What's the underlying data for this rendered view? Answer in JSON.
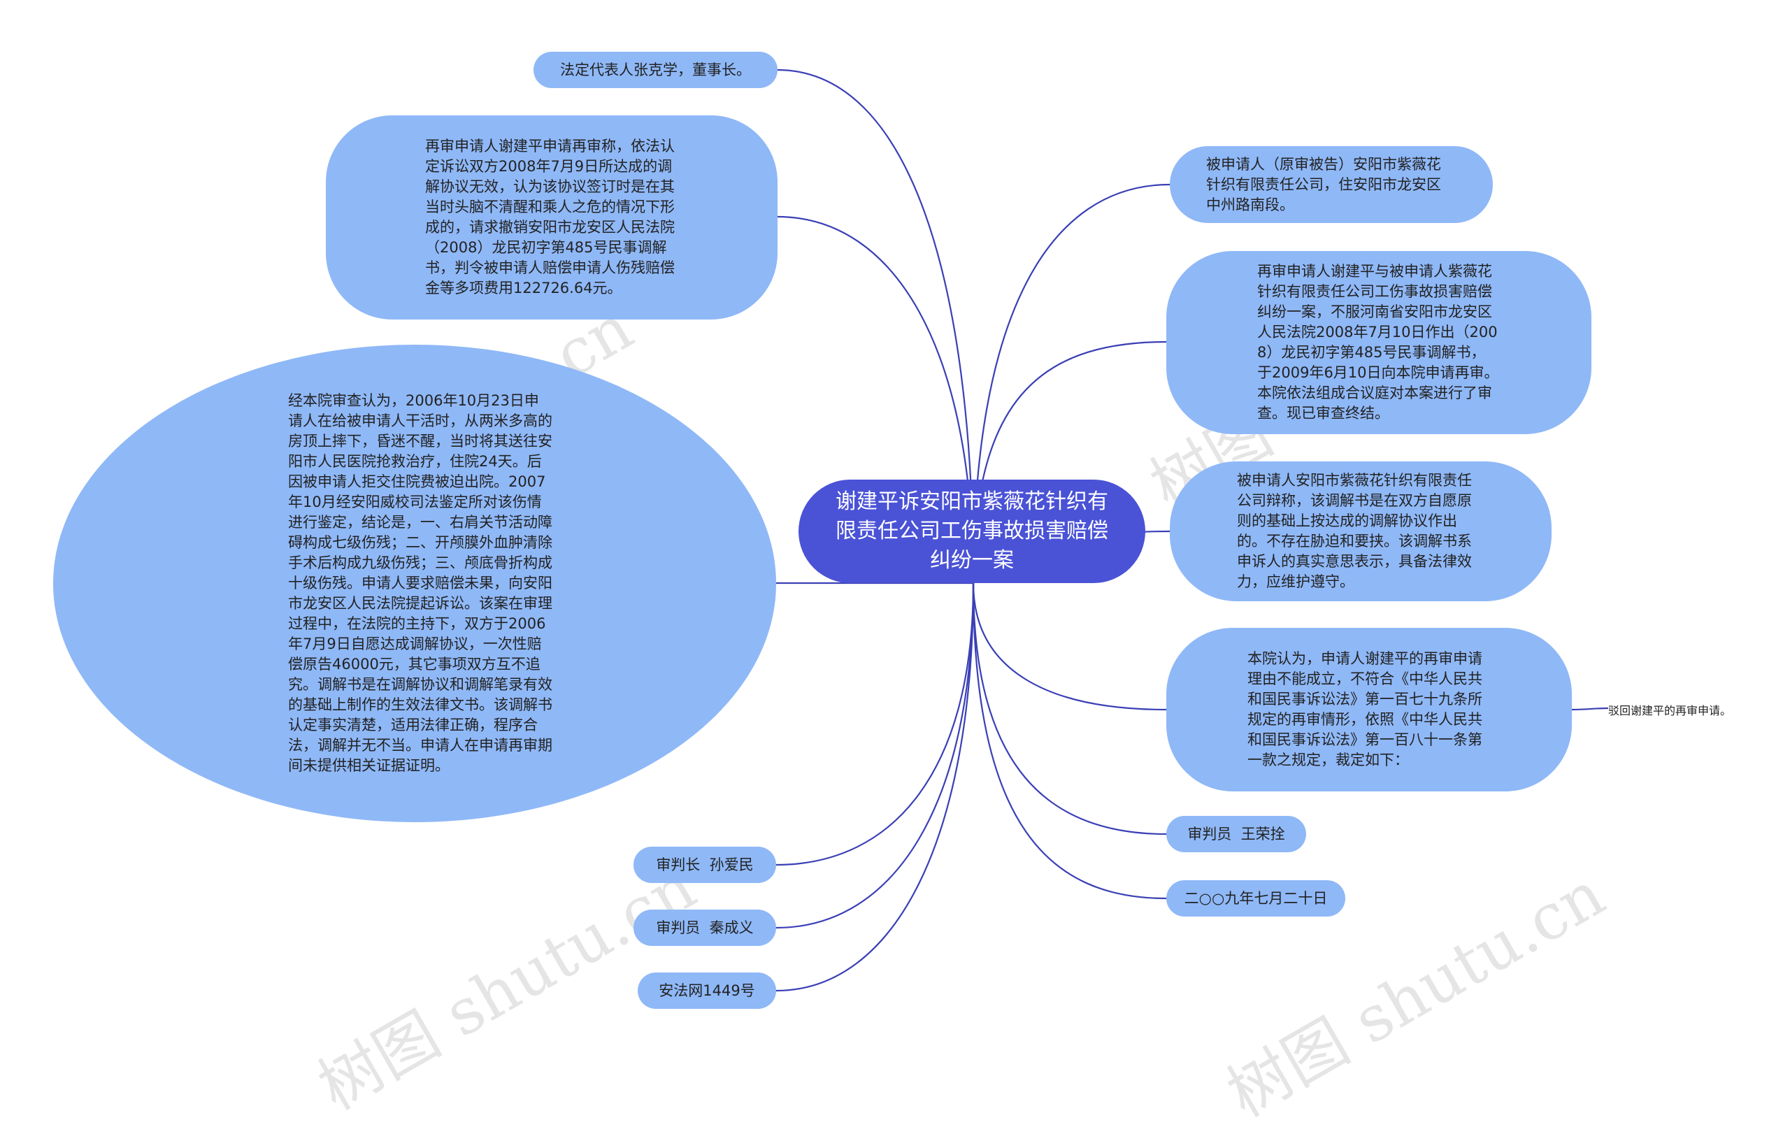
{
  "center": "谢建平诉安阳市紫薇花针织有限责任公司工伤事故损害赔偿纠纷一案",
  "nodes": {
    "legal_rep": "法定代表人张克学，董事长。",
    "petition": "再审申请人谢建平申请再审称，依法认定诉讼双方2008年7月9日所达成的调解协议无效，认为该协议签订时是在其当时头脑不清醒和乘人之危的情况下形成的，请求撤销安阳市龙安区人民法院（2008）龙民初字第485号民事调解书，判令被申请人赔偿申请人伤残赔偿金等多项费用122726.64元。",
    "facts": "经本院审查认为，2006年10月23日申请人在给被申请人干活时，从两米多高的房顶上摔下，昏迷不醒，当时将其送往安阳市人民医院抢救治疗，住院24天。后因被申请人拒交住院费被迫出院。2007年10月经安阳威校司法鉴定所对该伤情进行鉴定，结论是，一、右肩关节活动障碍构成七级伤残；二、开颅膜外血肿清除手术后构成九级伤残；三、颅底骨折构成十级伤残。申请人要求赔偿未果，向安阳市龙安区人民法院提起诉讼。该案在审理过程中，在法院的主持下，双方于2006年7月9日自愿达成调解协议，一次性赔偿原告46000元，其它事项双方互不追究。调解书是在调解协议和调解笔录有效的基础上制作的生效法律文书。该调解书认定事实清楚，适用法律正确，程序合法，调解并无不当。申请人在申请再审期间未提供相关证据证明。",
    "chief_judge": "审判长  孙爱民",
    "judge_qin": "审判员  秦成义",
    "case_no": "安法网1449号",
    "respondent": "被申请人（原审被告）安阳市紫薇花针织有限责任公司，住安阳市龙安区中州路南段。",
    "case_intro": "再审申请人谢建平与被申请人紫薇花针织有限责任公司工伤事故损害赔偿纠纷一案，不服河南省安阳市龙安区人民法院2008年7月10日作出（2008）龙民初字第485号民事调解书，于2009年6月10日向本院申请再审。本院依法组成合议庭对本案进行了审查。现已审查终结。",
    "defense": "被申请人安阳市紫薇花针织有限责任公司辩称，该调解书是在双方自愿原则的基础上按达成的调解协议作出的。不存在胁迫和要挟。该调解书系申诉人的真实意思表示，具备法律效力，应维护遵守。",
    "ruling": "本院认为，申请人谢建平的再审申请理由不能成立，不符合《中华人民共和国民事诉讼法》第一百七十九条所规定的再审情形，依照《中华人民共和国民事诉讼法》第一百八十一条第一款之规定，裁定如下：",
    "ruling_result": "驳回谢建平的再审申请。",
    "judge_wang": "审判员  王荣拴",
    "date": "二○○九年七月二十日"
  },
  "watermark": "树图 shutu.cn",
  "colors": {
    "center_fill": "#4a52d6",
    "node_fill": "#8fb8f7",
    "connector": "#3a3fb5"
  }
}
